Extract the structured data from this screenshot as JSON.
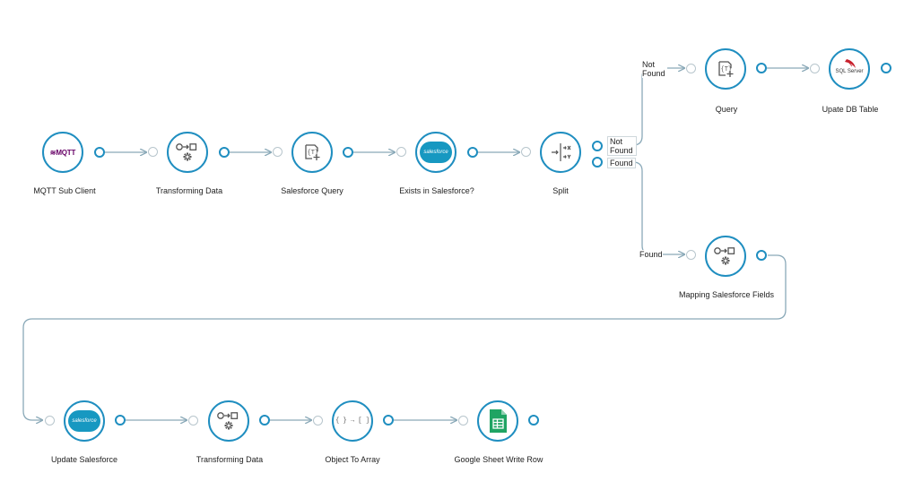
{
  "nodes": {
    "mqtt": {
      "label": "MQTT Sub Client",
      "icon_text": "MQTT",
      "icon": "mqtt-logo-icon"
    },
    "transform1": {
      "label": "Transforming Data",
      "icon": "transform-gear-icon"
    },
    "sf_query": {
      "label": "Salesforce Query",
      "icon": "query-template-icon"
    },
    "exists_sf": {
      "label": "Exists in Salesforce?",
      "icon_text": "salesforce",
      "icon": "salesforce-cloud-icon"
    },
    "split": {
      "label": "Split",
      "icon": "split-icon"
    },
    "query": {
      "label": "Query",
      "icon": "query-template-icon"
    },
    "upate_db": {
      "label": "Upate DB Table",
      "icon_text": "SQL Server",
      "icon": "sql-server-icon"
    },
    "mapping_sf": {
      "label": "Mapping Salesforce Fields",
      "icon": "transform-gear-icon"
    },
    "update_sf": {
      "label": "Update Salesforce",
      "icon_text": "salesforce",
      "icon": "salesforce-cloud-icon"
    },
    "transform2": {
      "label": "Transforming Data",
      "icon": "transform-gear-icon"
    },
    "obj_to_array": {
      "label": "Object To Array",
      "icon_text": "{ } → [ ]",
      "icon": "object-to-array-icon"
    },
    "gsheet": {
      "label": "Google Sheet Write Row",
      "icon": "google-sheets-icon"
    }
  },
  "branches": {
    "split_not_found": "Not Found",
    "split_found": "Found",
    "edge_not_found": "Not Found",
    "edge_found": "Found"
  },
  "colors": {
    "node_border": "#1f8ec0",
    "edge": "#8aa9b8",
    "salesforce": "#1798c1",
    "sheets": "#1fa463",
    "mqtt": "#660066",
    "sql_red": "#c8202c"
  }
}
